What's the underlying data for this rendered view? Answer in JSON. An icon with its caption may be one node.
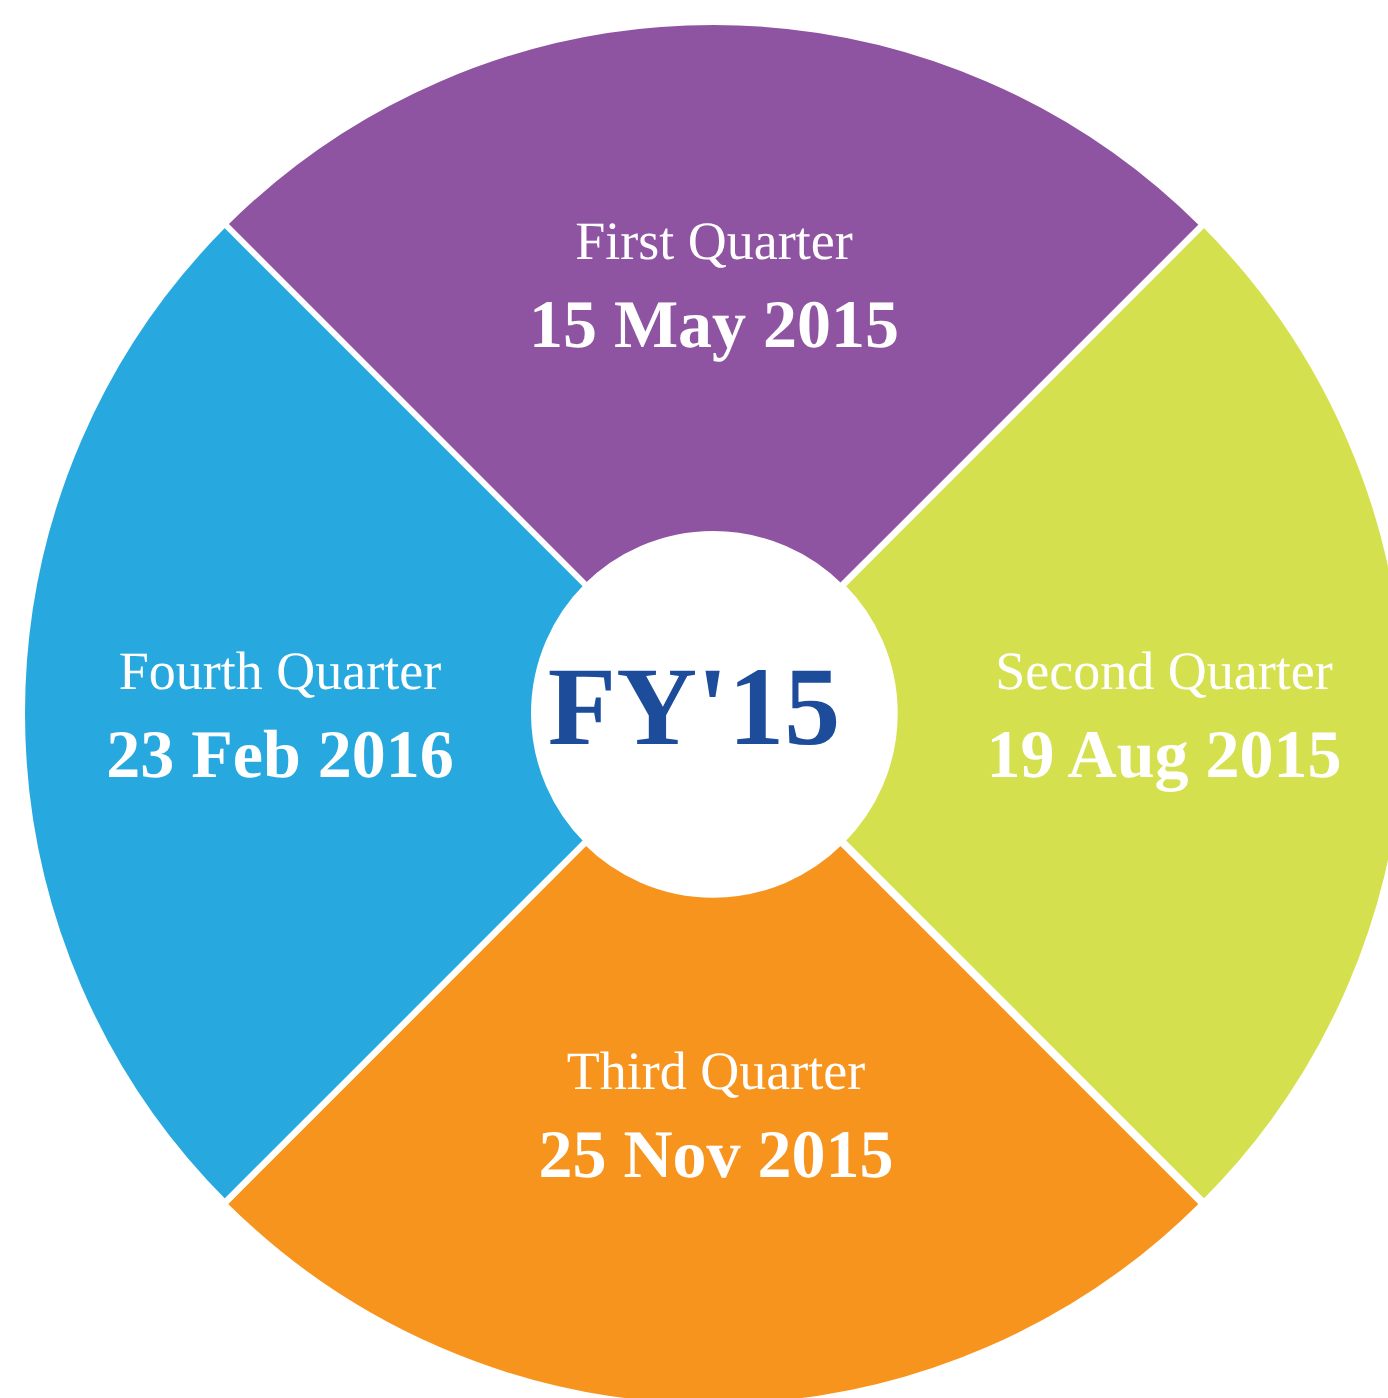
{
  "diagram": {
    "nodes": [
      {
        "text": [
          "First Quarter",
          "15 May 2015"
        ]
      },
      {
        "text": [
          "Fourth Quarter",
          "23 Feb 2016"
        ]
      },
      {
        "text": [
          "FY'15"
        ]
      },
      {
        "text": [
          "Second Quarter",
          "19 Aug 2015"
        ]
      },
      {
        "text": [
          "Third Quarter",
          "25 Nov 2015"
        ]
      }
    ]
  }
}
